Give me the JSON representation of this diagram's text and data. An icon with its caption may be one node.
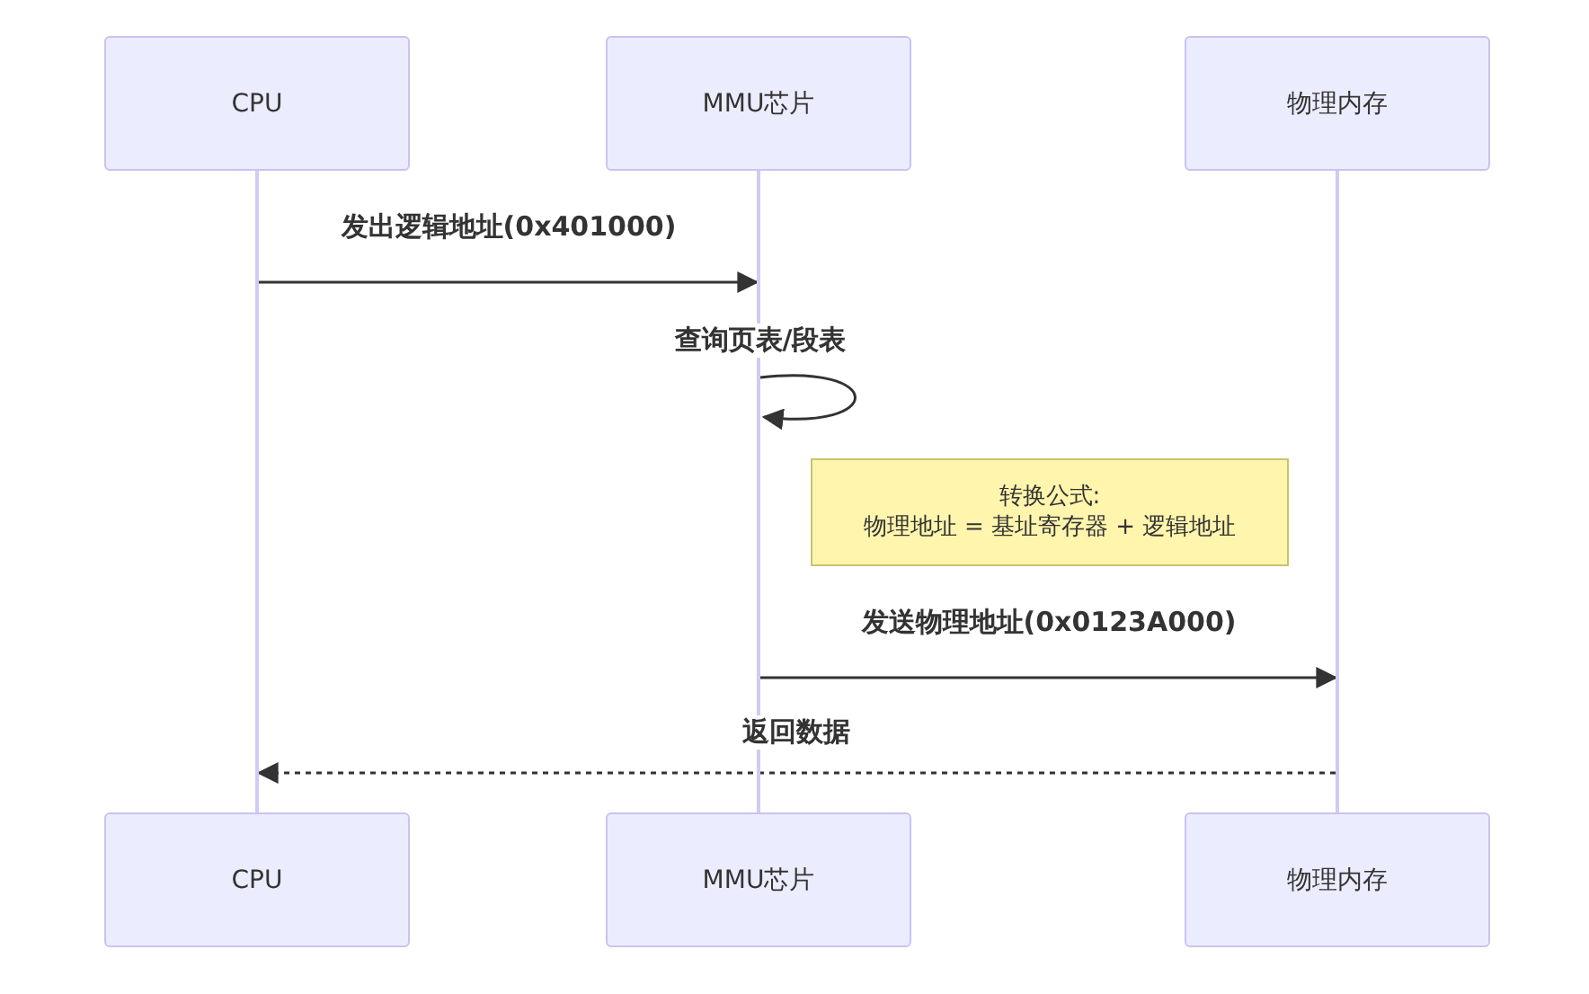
{
  "diagram": {
    "nodes": [
      {
        "text": [
          "CPU"
        ]
      },
      {
        "text": [
          "MMU芯片"
        ]
      },
      {
        "text": [
          "物理内存"
        ]
      },
      {
        "text": [],
        "shape": "bar"
      },
      {
        "text": [],
        "shape": "bar"
      },
      {
        "text": [],
        "shape": "bar"
      },
      {
        "text": [
          "转换公式:",
          "物理地址 = 基址寄存器 + 逻辑地址"
        ]
      },
      {
        "text": [
          "CPU"
        ]
      },
      {
        "text": [
          "MMU芯片"
        ]
      },
      {
        "text": [
          "物理内存"
        ]
      }
    ],
    "edges": [
      {
        "from": 3,
        "to": 4,
        "arrow": "to",
        "label": "发出逻辑地址(0x401000)"
      },
      {
        "from": 4,
        "to": 4,
        "arrow": "to",
        "label": "查询页表/段表"
      },
      {
        "from": 4,
        "to": 5,
        "arrow": "to",
        "label": "发送物理地址(0x0123A000)"
      },
      {
        "from": 5,
        "to": 3,
        "arrow": "to",
        "label": "返回数据",
        "style": "dashed"
      }
    ]
  }
}
